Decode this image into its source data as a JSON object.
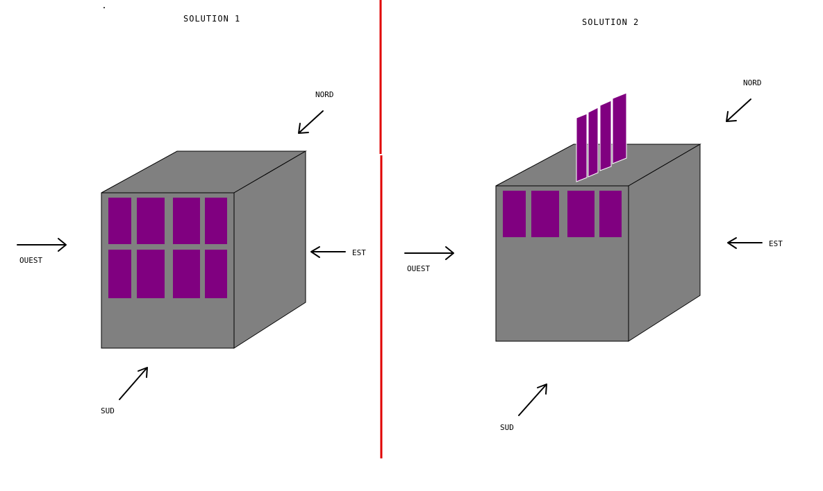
{
  "colors": {
    "background": "#ffffff",
    "box_face": "#808080",
    "panel": "#800080",
    "divider": "#e00000",
    "ink": "#000000"
  },
  "solution1": {
    "title": "SOLUTION 1",
    "north": "NORD",
    "east": "EST",
    "west": "OUEST",
    "south": "SUD"
  },
  "solution2": {
    "title": "SOLUTION 2",
    "north": "NORD",
    "east": "EST",
    "west": "OUEST",
    "south": "SUD"
  }
}
